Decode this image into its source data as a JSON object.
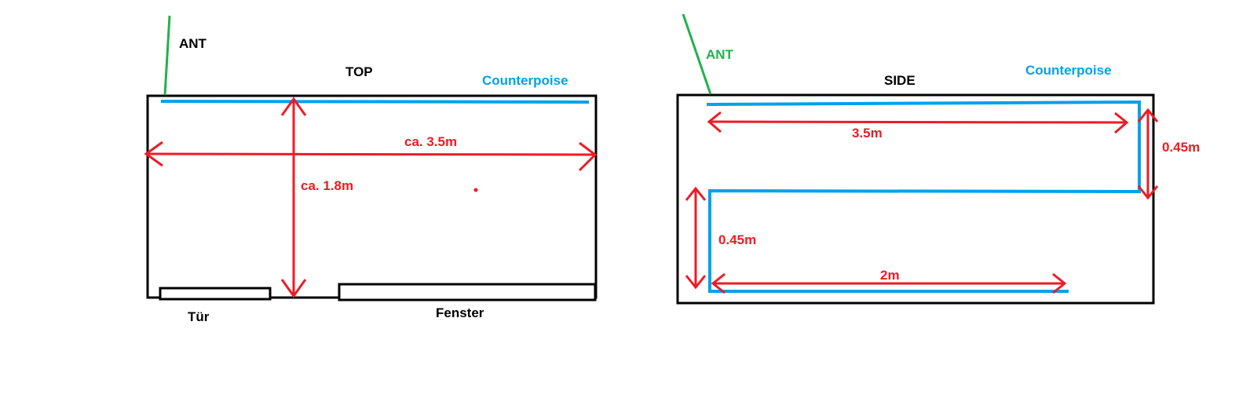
{
  "colors": {
    "outline": "#000000",
    "antenna": "#22b14c",
    "counterpoise": "#00a2e8",
    "dimension": "#ed1c24",
    "background": "#ffffff"
  },
  "top_view": {
    "title": "TOP",
    "antenna_label": "ANT",
    "counterpoise_label": "Counterpoise",
    "length_label": "ca. 3.5m",
    "width_label": "ca. 1.8m",
    "door_label": "Tür",
    "window_label": "Fenster"
  },
  "side_view": {
    "title": "SIDE",
    "antenna_label": "ANT",
    "counterpoise_label": "Counterpoise",
    "upper_run_label": "3.5m",
    "right_drop_label": "0.45m",
    "left_drop_label": "0.45m",
    "lower_run_label": "2m"
  }
}
